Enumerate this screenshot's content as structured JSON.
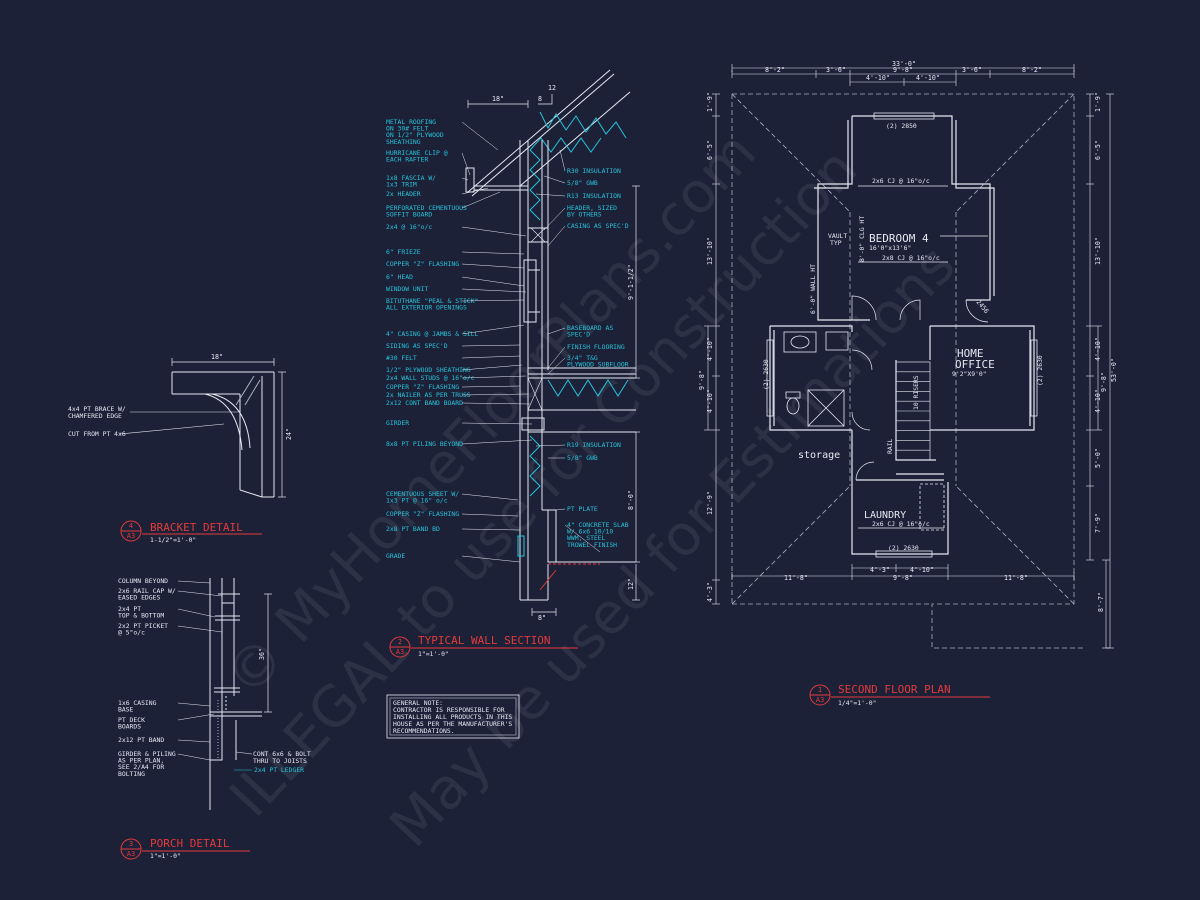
{
  "watermark": {
    "line1": "© MyHomeFloorPlans.com",
    "line2": "ILLEGAL to use for Construction",
    "line3": "May be used for Estimations"
  },
  "bracket_detail": {
    "number": "4",
    "sheet": "A3",
    "title": "BRACKET DETAIL",
    "scale": "1-1/2\"=1'-0\"",
    "dim_width": "18\"",
    "dim_height": "24\"",
    "note_brace": "4x4 PT BRACE W/",
    "note_brace_2": "CHAMFERED EDGE",
    "note_cut": "CUT FROM PT 4x6"
  },
  "porch_detail": {
    "number": "3",
    "sheet": "A3",
    "title": "PORCH DETAIL",
    "scale": "1\"=1'-0\"",
    "dim_height": "36\"",
    "notes_left": [
      [
        "COLUMN BEYOND"
      ],
      [
        "2x6 RAIL CAP W/",
        "EASED EDGES"
      ],
      [
        "2x4 PT",
        "TOP & BOTTOM"
      ],
      [
        "2x2 PT PICKET",
        "@ 5\"o/c"
      ],
      [
        "1x6 CASING",
        "BASE"
      ],
      [
        "PT DECK",
        "BOARDS"
      ],
      [
        "2x12 PT BAND"
      ],
      [
        "GIRDER & PILING",
        "AS PER PLAN,",
        "SEE 2/A4 FOR",
        "BOLTING"
      ]
    ],
    "note_right": [
      "CONT 6x6 & BOLT",
      "THRU TO JOISTS"
    ],
    "note_ledger": "2x4 PT LEDGER"
  },
  "wall_section": {
    "number": "2",
    "sheet": "A3",
    "title": "TYPICAL WALL SECTION",
    "scale": "1\"=1'-0\"",
    "dim_top": "18\"",
    "dim_bottom": "8\"",
    "pitch_rise": "8",
    "pitch_run": "12",
    "dim_wall": "9'-1-1/2\"",
    "dim_found": "8'-0\"",
    "dim_grade": "12\"",
    "notes_left": [
      [
        "METAL ROOFING",
        "ON 30# FELT",
        "ON 1/2\" PLYWOOD",
        "SHEATHING"
      ],
      [
        "HURRICANE CLIP @",
        "EACH RAFTER"
      ],
      [
        "1x8 FASCIA W/",
        "1x3 TRIM"
      ],
      [
        "2x HEADER"
      ],
      [
        "PERFORATED CEMENTUOUS",
        "SOFFIT BOARD"
      ],
      [
        "2x4 @ 16\"o/c"
      ],
      [
        "6\" FRIEZE"
      ],
      [
        "COPPER \"Z\" FLASHING"
      ],
      [
        "6\" HEAD"
      ],
      [
        "WINDOW UNIT"
      ],
      [
        "BITUTHANE \"PEAL & STICK\"",
        "ALL EXTERIOR OPENINGS"
      ],
      [
        "4\" CASING @ JAMBS & SILL"
      ],
      [
        "SIDING AS SPEC'D"
      ],
      [
        "#30 FELT"
      ],
      [
        "1/2\" PLYWOOD SHEATHING"
      ],
      [
        "2x4 WALL STUDS @ 16\"o/c"
      ],
      [
        "COPPER \"Z\" FLASHING"
      ],
      [
        "2x NAILER AS PER TRUSS"
      ],
      [
        "2x12 CONT BAND BOARD"
      ],
      [
        "GIRDER"
      ],
      [
        "8x8 PT PILING BEYOND"
      ],
      [
        "CEMENTUOUS SHEET W/",
        "1x3 PT @ 16\" o/c"
      ],
      [
        "COPPER \"Z\" FLASHING"
      ],
      [
        "2x8 PT BAND BD"
      ],
      [
        "GRADE"
      ]
    ],
    "notes_right": [
      [
        "R30 INSULATION"
      ],
      [
        "5/8\" GWB"
      ],
      [
        "R13 INSULATION"
      ],
      [
        "HEADER, SIZED",
        "BY OTHERS"
      ],
      [
        "CASING AS SPEC'D"
      ],
      [
        "BASEBOARD AS",
        "SPEC'D"
      ],
      [
        "FINISH FLOORING"
      ],
      [
        "3/4\" T&G",
        "PLYWOOD SUBFLOOR"
      ],
      [
        "R19 INSULATION"
      ],
      [
        "5/8\" GWB"
      ],
      [
        "PT PLATE"
      ],
      [
        "4\" CONCRETE SLAB",
        "W/ 6x6 10/10",
        "WWM, STEEL",
        "TROWEL FINISH"
      ]
    ]
  },
  "general_note": {
    "lines": [
      "GENERAL NOTE:",
      "CONTRACTOR IS RESPONSIBLE FOR",
      "INSTALLING ALL PRODUCTS IN THIS",
      "HOUSE AS PER THE MANUFACTURER'S",
      "RECOMMENDATIONS."
    ]
  },
  "floor_plan": {
    "number": "1",
    "sheet": "A3",
    "title": "SECOND FLOOR PLAN",
    "scale": "1/4\"=1'-0\"",
    "overall_width": "33'-0\"",
    "overall_depth": "53'-0\"",
    "top_dims": [
      "8'-2\"",
      "3'-6\"",
      "9'-8\"",
      "3'-6\"",
      "8'-2\""
    ],
    "top_inner_dims": [
      "4'-10\"",
      "4'-10\""
    ],
    "bottom_dims": [
      "11'-8\"",
      "9'-8\"",
      "11'-8\""
    ],
    "bottom_inner_dims": [
      "4'-3\"",
      "4'-10\""
    ],
    "left_dims": [
      "1'-9\"",
      "6'-5\"",
      "13'-10\"",
      "4'-10\"",
      "9'-8\"",
      "4'-10\"",
      "12'-9\"",
      "4'-3\""
    ],
    "right_dims": [
      "1'-9\"",
      "6'-5\"",
      "13'-10\"",
      "4'-10\"",
      "9'-8\"",
      "4'-10\"",
      "5'-0\"",
      "7'-9\"",
      "8'-7\""
    ],
    "rooms": {
      "bedroom_name": "BEDROOM 4",
      "bedroom_size": "16'0\"x13'6\"",
      "office_name_1": "HOME",
      "office_name_2": "OFFICE",
      "office_size": "9'2\"X9'0\"",
      "storage": "storage",
      "laundry": "LAUNDRY"
    },
    "windows": [
      "(2) 2850",
      "(2) 2630",
      "(2) 2630",
      "(2) 2630",
      "2456"
    ],
    "joists": [
      "2x6 CJ @ 16\"o/c",
      "2x8 CJ @ 16\"o/c",
      "2x6 CJ @ 16\"o/c"
    ],
    "wall_notes": [
      "6'-0\" WALL HT",
      "8'-0\" CLG HT",
      "VAULT",
      "TYP",
      "RAIL",
      "10 RISERS"
    ]
  }
}
